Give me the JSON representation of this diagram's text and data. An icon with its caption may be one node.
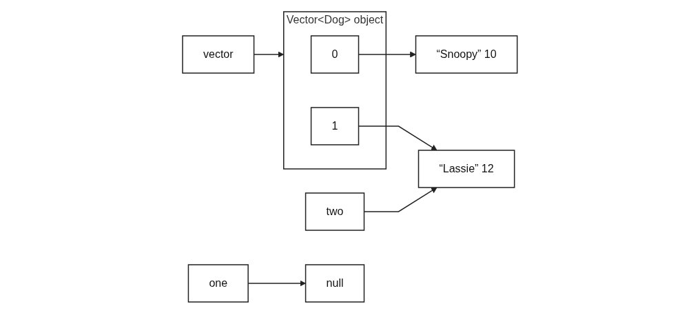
{
  "diagram": {
    "nodes": [
      {
        "text": [
          "one"
        ]
      },
      {
        "text": [
          "null"
        ]
      },
      {
        "text": [
          "two"
        ]
      },
      {
        "text": [
          "“Snoopy” 10"
        ]
      },
      {
        "text": [
          "vector"
        ]
      },
      {
        "text": [
          "Vector<Dog> object"
        ]
      },
      {
        "text": [
          "0"
        ],
        "in": 5
      },
      {
        "text": [
          "1"
        ],
        "in": 5
      },
      {
        "text": [
          "“Lassie” 12"
        ]
      }
    ],
    "edges": [
      {
        "from": 0,
        "to": 1,
        "arrow": "to"
      },
      {
        "from": 2,
        "to": 8,
        "arrow": "to"
      },
      {
        "from": 6,
        "to": 3,
        "arrow": "to"
      },
      {
        "from": 4,
        "to": 5,
        "arrow": "to"
      },
      {
        "from": 7,
        "to": 8,
        "arrow": "to"
      }
    ]
  }
}
